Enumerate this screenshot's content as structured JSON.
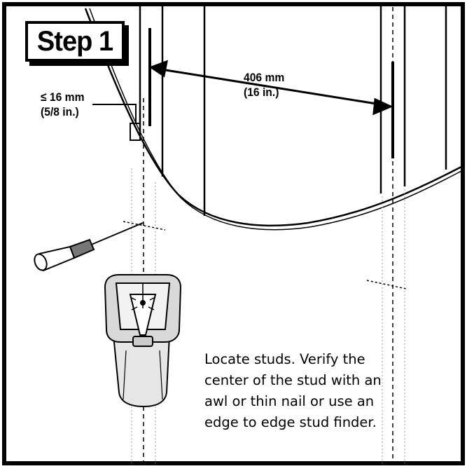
{
  "step_label": "Step 1",
  "spacing_dimension": {
    "metric": "406 mm",
    "imperial": "(16 in.)"
  },
  "offset_dimension": {
    "metric": "≤ 16 mm",
    "imperial": "(5/8 in.)"
  },
  "instruction_lines": [
    "Locate studs. Verify the",
    "center of the stud with an",
    "awl or thin nail or use an",
    "edge to edge stud finder."
  ],
  "colors": {
    "ink": "#000000",
    "paper": "#ffffff",
    "device_body": "#d9d9d9",
    "device_face": "#f2f2f2"
  }
}
